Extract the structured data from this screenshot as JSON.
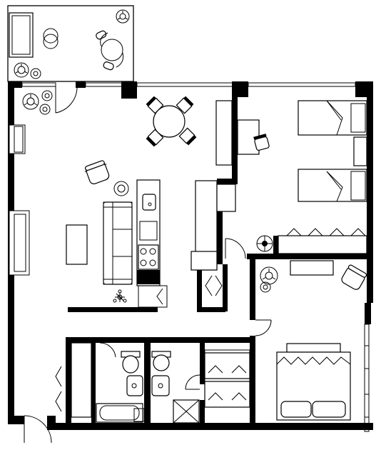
{
  "plan": {
    "type": "floor-plan",
    "colors": {
      "walls": "#000000",
      "background": "#ffffff",
      "fixtures": "#000000"
    },
    "rooms": [
      "balcony",
      "living-dining",
      "kitchen",
      "bedroom-two-beds",
      "bedroom-double-bed",
      "bathroom-tub",
      "bathroom-shower",
      "hall-closets",
      "entry"
    ],
    "icons": [
      "plant-icon",
      "chair-icon",
      "dining-table-icon",
      "sofa-icon",
      "bed-icon",
      "toilet-icon",
      "sink-icon",
      "bathtub-icon",
      "shower-icon",
      "stove-icon",
      "lamp-icon",
      "door-swing-icon"
    ]
  }
}
